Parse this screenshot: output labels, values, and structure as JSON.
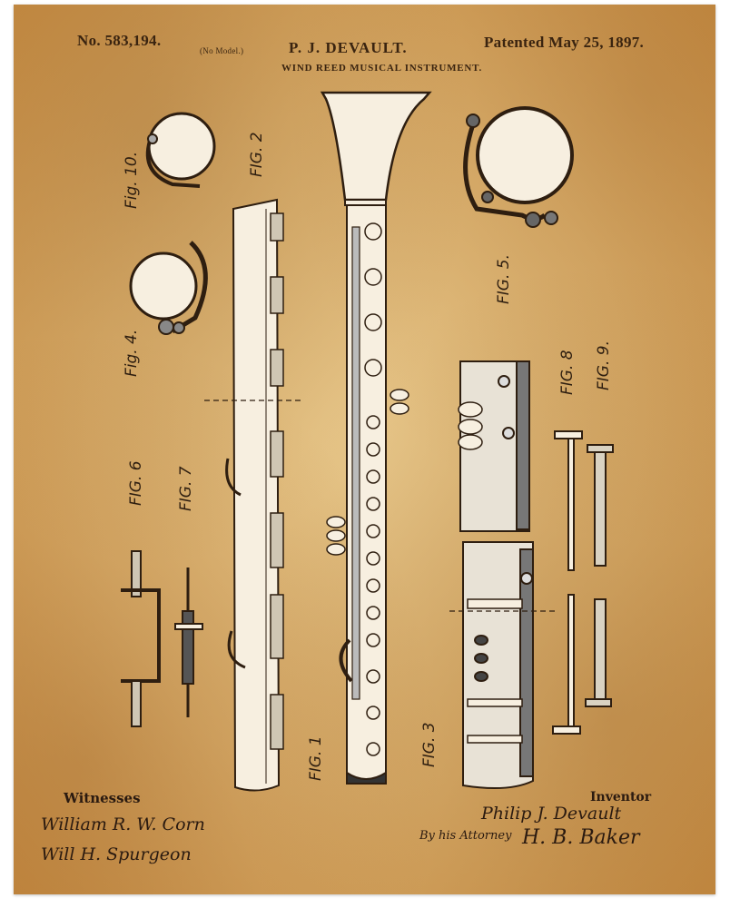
{
  "header": {
    "patent_number": "No. 583,194.",
    "model_note": "(No Model.)",
    "inventor_name": "P. J. DEVAULT.",
    "patent_date": "Patented May 25, 1897.",
    "title": "WIND REED MUSICAL INSTRUMENT."
  },
  "figures": {
    "fig1": "FIG. 1",
    "fig2": "FIG. 2",
    "fig3": "FIG. 3",
    "fig4": "Fig. 4.",
    "fig5": "FIG. 5.",
    "fig6": "FIG. 6",
    "fig7": "FIG. 7",
    "fig8": "FIG. 8",
    "fig9": "FIG. 9.",
    "fig10": "Fig. 10."
  },
  "footer": {
    "witnesses_label": "Witnesses",
    "witness1": "William R. W. Corn",
    "witness2": "Will H. Spurgeon",
    "inventor_label": "Inventor",
    "inventor_signature": "Philip J. Devault",
    "attorney_label": "By his Attorney",
    "attorney_signature": "H. B. Baker"
  },
  "colors": {
    "paper": "#dcb06c",
    "ink": "#2e1e10",
    "instrument_fill": "#f7efe0"
  }
}
